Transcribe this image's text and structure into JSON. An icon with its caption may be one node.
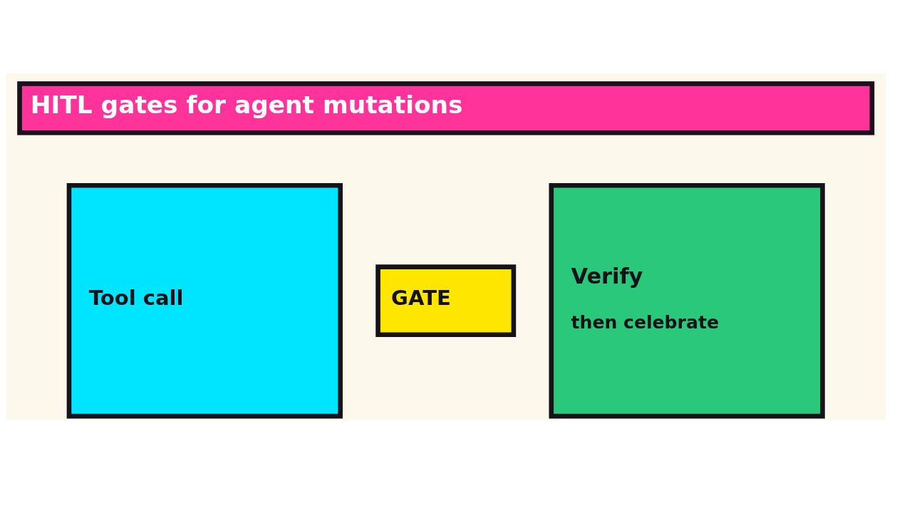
{
  "diagram": {
    "title": "HITL gates for agent mutations",
    "nodes": [
      {
        "text": [
          "Tool call"
        ]
      },
      {
        "text": [
          "GATE"
        ]
      },
      {
        "text": [
          "Verify",
          "then celebrate"
        ]
      }
    ]
  }
}
